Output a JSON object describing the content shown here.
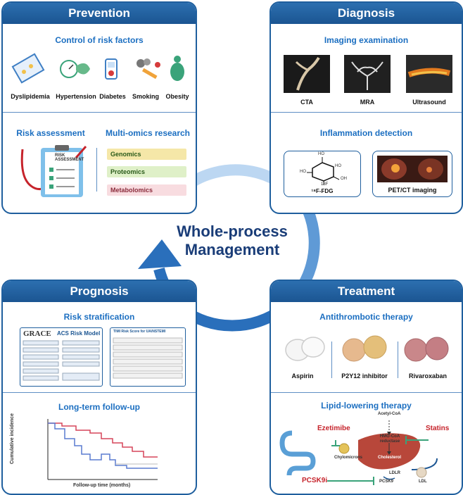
{
  "center": {
    "line1": "Whole-process",
    "line2": "Management"
  },
  "prevention": {
    "header": "Prevention",
    "control_title": "Control of risk factors",
    "risk_factors": [
      "Dyslipidemia",
      "Hypertension",
      "Diabetes",
      "Smoking",
      "Obesity"
    ],
    "risk_title": "Risk assessment",
    "clipboard_text": "RISK ASSESSMENT",
    "omics_title": "Multi-omics research",
    "omics": [
      "Genomics",
      "Proteomics",
      "Metabolomics"
    ]
  },
  "diagnosis": {
    "header": "Diagnosis",
    "imaging_title": "Imaging examination",
    "imaging": [
      "CTA",
      "MRA",
      "Ultrasound"
    ],
    "inflammation_title": "Inflammation detection",
    "fdg_label": "¹⁸F-FDG",
    "fdg_groups": [
      "HO",
      "HO",
      "HO",
      "OH",
      "18F"
    ],
    "pet_label": "PET/CT imaging"
  },
  "prognosis": {
    "header": "Prognosis",
    "strat_title": "Risk stratification",
    "grace_logo": "GRACE",
    "grace_title": "ACS Risk Model",
    "timi_title": "TIMI Risk Score for UA/NSTEMI",
    "followup_title": "Long-term follow-up",
    "y_axis": "Cumulative incidence",
    "x_axis": "Follow-up time (months)"
  },
  "treatment": {
    "header": "Treatment",
    "antithrombotic_title": "Antithrombotic therapy",
    "drugs": [
      "Aspirin",
      "P2Y12 inhibitor",
      "Rivaroxaban"
    ],
    "lipid_title": "Lipid-lowering therapy",
    "acetyl": "Acetyl-CoA",
    "hmg": "HMG-CoA reductase",
    "cholesterol": "Cholesterol",
    "chylomicrons": "Chylomicrons",
    "ldlr": "LDLR",
    "ldl": "LDL",
    "pcsk9": "PCSK9",
    "ezetimibe": "Ezetimibe",
    "statins": "Statins",
    "pcsk9i": "PCSK9i"
  },
  "colors": {
    "panel_blue": "#1f5f9e",
    "title_blue": "#1c6fc1",
    "inhibitor_red": "#c6232b",
    "arrow_blue": "#2f7cc8"
  }
}
